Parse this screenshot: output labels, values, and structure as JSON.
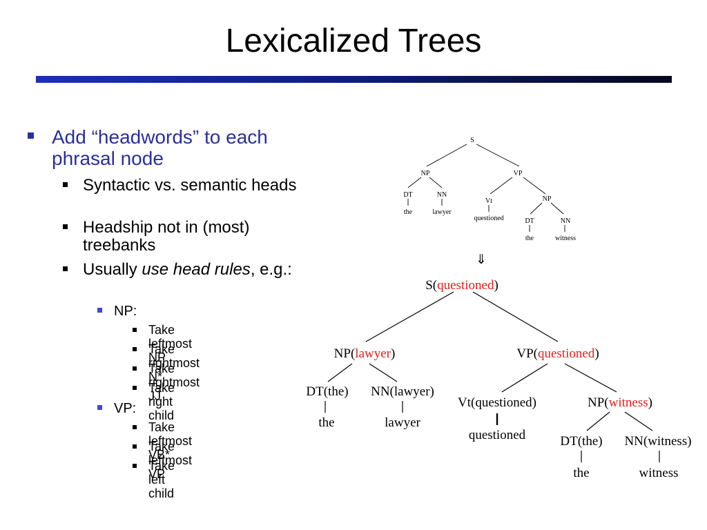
{
  "title": "Lexicalized Trees",
  "colors": {
    "accent": "#2a2f9c",
    "head": "#e3201b",
    "rule": "#1c2fb8"
  },
  "bullets": {
    "main": "Add “headwords” to each phrasal node",
    "sub": [
      {
        "text": "Syntactic vs. semantic heads"
      },
      {
        "text": "Headship not in (most) treebanks"
      },
      {
        "pre": "Usually ",
        "em": "use head rules",
        "post": ", e.g.:"
      }
    ],
    "np_label": "NP:",
    "np_rules": [
      "Take leftmost NP",
      "Take rightmost N*",
      "Take rightmost JJ",
      "Take right child"
    ],
    "vp_label": "VP:",
    "vp_rules": [
      "Take leftmost VB*",
      "Take leftmost VP",
      "Take left child"
    ]
  },
  "tree_plain": {
    "S": "S",
    "NP1": "NP",
    "VP": "VP",
    "DT1": "DT",
    "NN1": "NN",
    "Vt": "Vt",
    "NP2": "NP",
    "DT2": "DT",
    "NN2": "NN",
    "w_the1": "the",
    "w_lawyer": "lawyer",
    "w_questioned": "questioned",
    "w_the2": "the",
    "w_witness": "witness"
  },
  "arrow": "⇓",
  "tree_lex": {
    "S_cat": "S(",
    "S_head": "questioned",
    "S_close": ")",
    "NP1_cat": "NP(",
    "NP1_head": "lawyer",
    "NP1_close": ")",
    "VP_cat": "VP(",
    "VP_head": "questioned",
    "VP_close": ")",
    "DT1": "DT(the)",
    "NN1": "NN(lawyer)",
    "Vt": "Vt(questioned)",
    "NP2_cat": "NP(",
    "NP2_head": "witness",
    "NP2_close": ")",
    "DT2": "DT(the)",
    "NN2": "NN(witness)",
    "w_the1": "the",
    "w_lawyer": "lawyer",
    "w_questioned": "questioned",
    "w_the2": "the",
    "w_witness": "witness"
  }
}
